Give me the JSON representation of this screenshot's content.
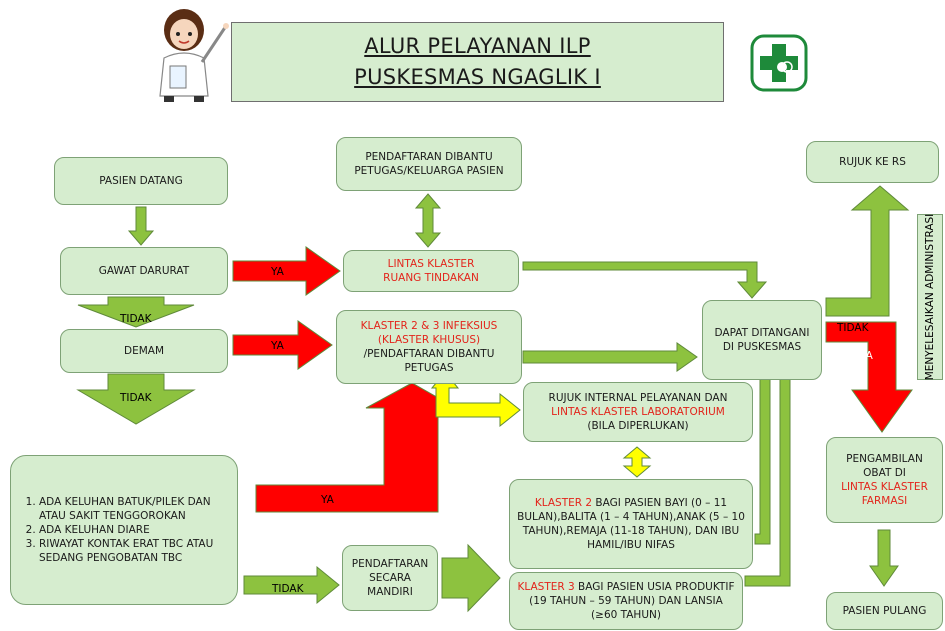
{
  "header": {
    "title_line1": "ALUR PELAYANAN ILP",
    "title_line2": "PUSKESMAS NGAGLIK I"
  },
  "icons": {
    "mascot": "doctor-mascot-icon",
    "logo": "kemenkes-cross-logo-icon"
  },
  "colors": {
    "node_fill": "#d6edcf",
    "arrow_green": "#8dc23f",
    "arrow_red": "#ff0000",
    "arrow_yellow": "#ffff00",
    "highlight_text": "#e3241b"
  },
  "nodes": {
    "pasien_datang": "PASIEN DATANG",
    "gawat_darurat": "GAWAT DARURAT",
    "demam": "DEMAM",
    "keluhan_items": [
      "ADA KELUHAN BATUK/PILEK DAN ATAU SAKIT TENGGOROKAN",
      "ADA KELUHAN DIARE",
      "RIWAYAT KONTAK ERAT TBC ATAU SEDANG PENGOBATAN TBC"
    ],
    "pendaftaran_dibantu": "PENDAFTARAN DIBANTU PETUGAS/KELUARGA PASIEN",
    "lintas_klaster_line1": "LINTAS KLASTER",
    "lintas_klaster_line2": "RUANG TINDAKAN",
    "infeksius_red1": "KLASTER 2 & 3 INFEKSIUS",
    "infeksius_red2": "(KLASTER KHUSUS)",
    "infeksius_black": "/PENDAFTARAN DIBANTU PETUGAS",
    "rujuk_internal_1": "RUJUK INTERNAL PELAYANAN DAN",
    "rujuk_internal_red": "LINTAS KLASTER LABORATORIUM",
    "rujuk_internal_2": "(BILA DIPERLUKAN)",
    "dapat_ditangani": "DAPAT DITANGANI DI PUSKESMAS",
    "klaster2_red": "KLASTER 2",
    "klaster2_text": " BAGI PASIEN BAYI (0 – 11 BULAN),BALITA (1 – 4 TAHUN),ANAK (5 – 10 TAHUN),REMAJA (11-18 TAHUN), DAN IBU HAMIL/IBU NIFAS",
    "klaster3_red": "KLASTER 3",
    "klaster3_text": " BAGI PASIEN USIA PRODUKTIF (19 TAHUN – 59 TAHUN) DAN LANSIA (≥60 TAHUN)",
    "pendaftaran_mandiri": "PENDAFTARAN SECARA MANDIRI",
    "rujuk_rs": "RUJUK KE RS",
    "menyelesaikan": "MENYELESAIKAN ADMINISTRASI",
    "pengambilan_1": "PENGAMBILAN OBAT DI",
    "pengambilan_red": "LINTAS KLASTER FARMASI",
    "pasien_pulang": "PASIEN PULANG"
  },
  "arrow_labels": {
    "ya_gawat": "YA",
    "ya_demam": "YA",
    "ya_keluhan": "YA",
    "tidak_gawat": "TIDAK",
    "tidak_demam": "TIDAK",
    "tidak_keluhan": "TIDAK",
    "tidak_rujuk": "TIDAK",
    "ya_obat": "YA"
  }
}
